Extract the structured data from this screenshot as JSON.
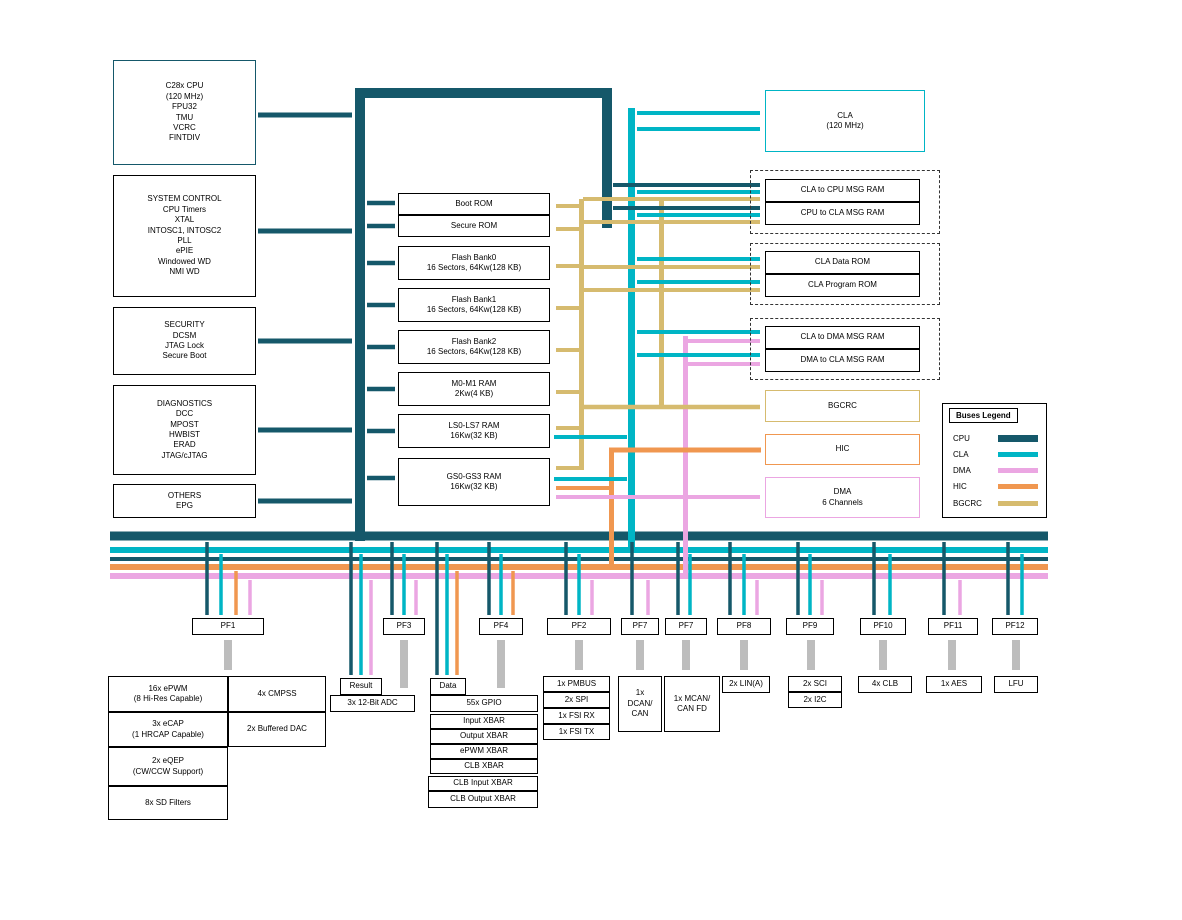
{
  "colors": {
    "cpu": "#15586A",
    "cla": "#00B5C5",
    "dma": "#EBA6E2",
    "hic": "#F09750",
    "bgcrc": "#D6BB6F",
    "gray": "#BDBDBD"
  },
  "blocks": {
    "cpu": "C28x CPU\n(120 MHz)\nFPU32\nTMU\nVCRC\nFINTDIV",
    "system_control": "SYSTEM CONTROL\nCPU Timers\nXTAL\nINTOSC1, INTOSC2\nPLL\nePIE\nWindowed WD\nNMI WD",
    "security": "SECURITY\nDCSM\nJTAG Lock\nSecure Boot",
    "diagnostics": "DIAGNOSTICS\nDCC\nMPOST\nHWBIST\nERAD\nJTAG/cJTAG",
    "others": "OTHERS\nEPG",
    "boot_rom": "Boot ROM",
    "secure_rom": "Secure ROM",
    "flash0": "Flash Bank0\n16 Sectors, 64Kw(128 KB)",
    "flash1": "Flash Bank1\n16 Sectors, 64Kw(128 KB)",
    "flash2": "Flash Bank2\n16 Sectors, 64Kw(128 KB)",
    "m0m1": "M0-M1 RAM\n2Kw(4 KB)",
    "ls": "LS0-LS7 RAM\n16Kw(32 KB)",
    "gs": "GS0-GS3 RAM\n16Kw(32 KB)",
    "cla": "CLA\n(120 MHz)",
    "cla_to_cpu_msg": "CLA to CPU MSG RAM",
    "cpu_to_cla_msg": "CPU to CLA MSG RAM",
    "cla_data_rom": "CLA Data ROM",
    "cla_program_rom": "CLA Program ROM",
    "cla_to_dma_msg": "CLA to DMA MSG RAM",
    "dma_to_cla_msg": "DMA to CLA MSG RAM",
    "bgcrc": "BGCRC",
    "hic": "HIC",
    "dma": "DMA\n6 Channels"
  },
  "legend": {
    "title": "Buses Legend",
    "items": [
      "CPU",
      "CLA",
      "DMA",
      "HIC",
      "BGCRC"
    ]
  },
  "pf": [
    "PF1",
    "PF3",
    "PF4",
    "PF2",
    "PF7",
    "PF7",
    "PF8",
    "PF9",
    "PF10",
    "PF11",
    "PF12"
  ],
  "peripherals": {
    "epwm": "16x ePWM\n(8 Hi-Res Capable)",
    "ecap": "3x eCAP\n(1 HRCAP Capable)",
    "eqep": "2x eQEP\n(CW/CCW Support)",
    "sd": "8x SD Filters",
    "cmpss": "4x CMPSS",
    "dac": "2x Buffered DAC",
    "result": "Result",
    "adc": "3x 12-Bit ADC",
    "data": "Data",
    "gpio": "55x GPIO",
    "input_xbar": "Input XBAR",
    "output_xbar": "Output XBAR",
    "epwm_xbar": "ePWM XBAR",
    "clb_xbar": "CLB XBAR",
    "clb_input_xbar": "CLB Input XBAR",
    "clb_output_xbar": "CLB Output XBAR",
    "pmbus": "1x PMBUS",
    "spi": "2x SPI",
    "fsi_rx": "1x FSI RX",
    "fsi_tx": "1x FSI TX",
    "dcan": "1x\nDCAN/\nCAN",
    "mcan": "1x MCAN/\nCAN FD",
    "lin": "2x LIN(A)",
    "sci": "2x SCI",
    "i2c": "2x I2C",
    "clb": "4x CLB",
    "aes": "1x AES",
    "lfu": "LFU"
  }
}
